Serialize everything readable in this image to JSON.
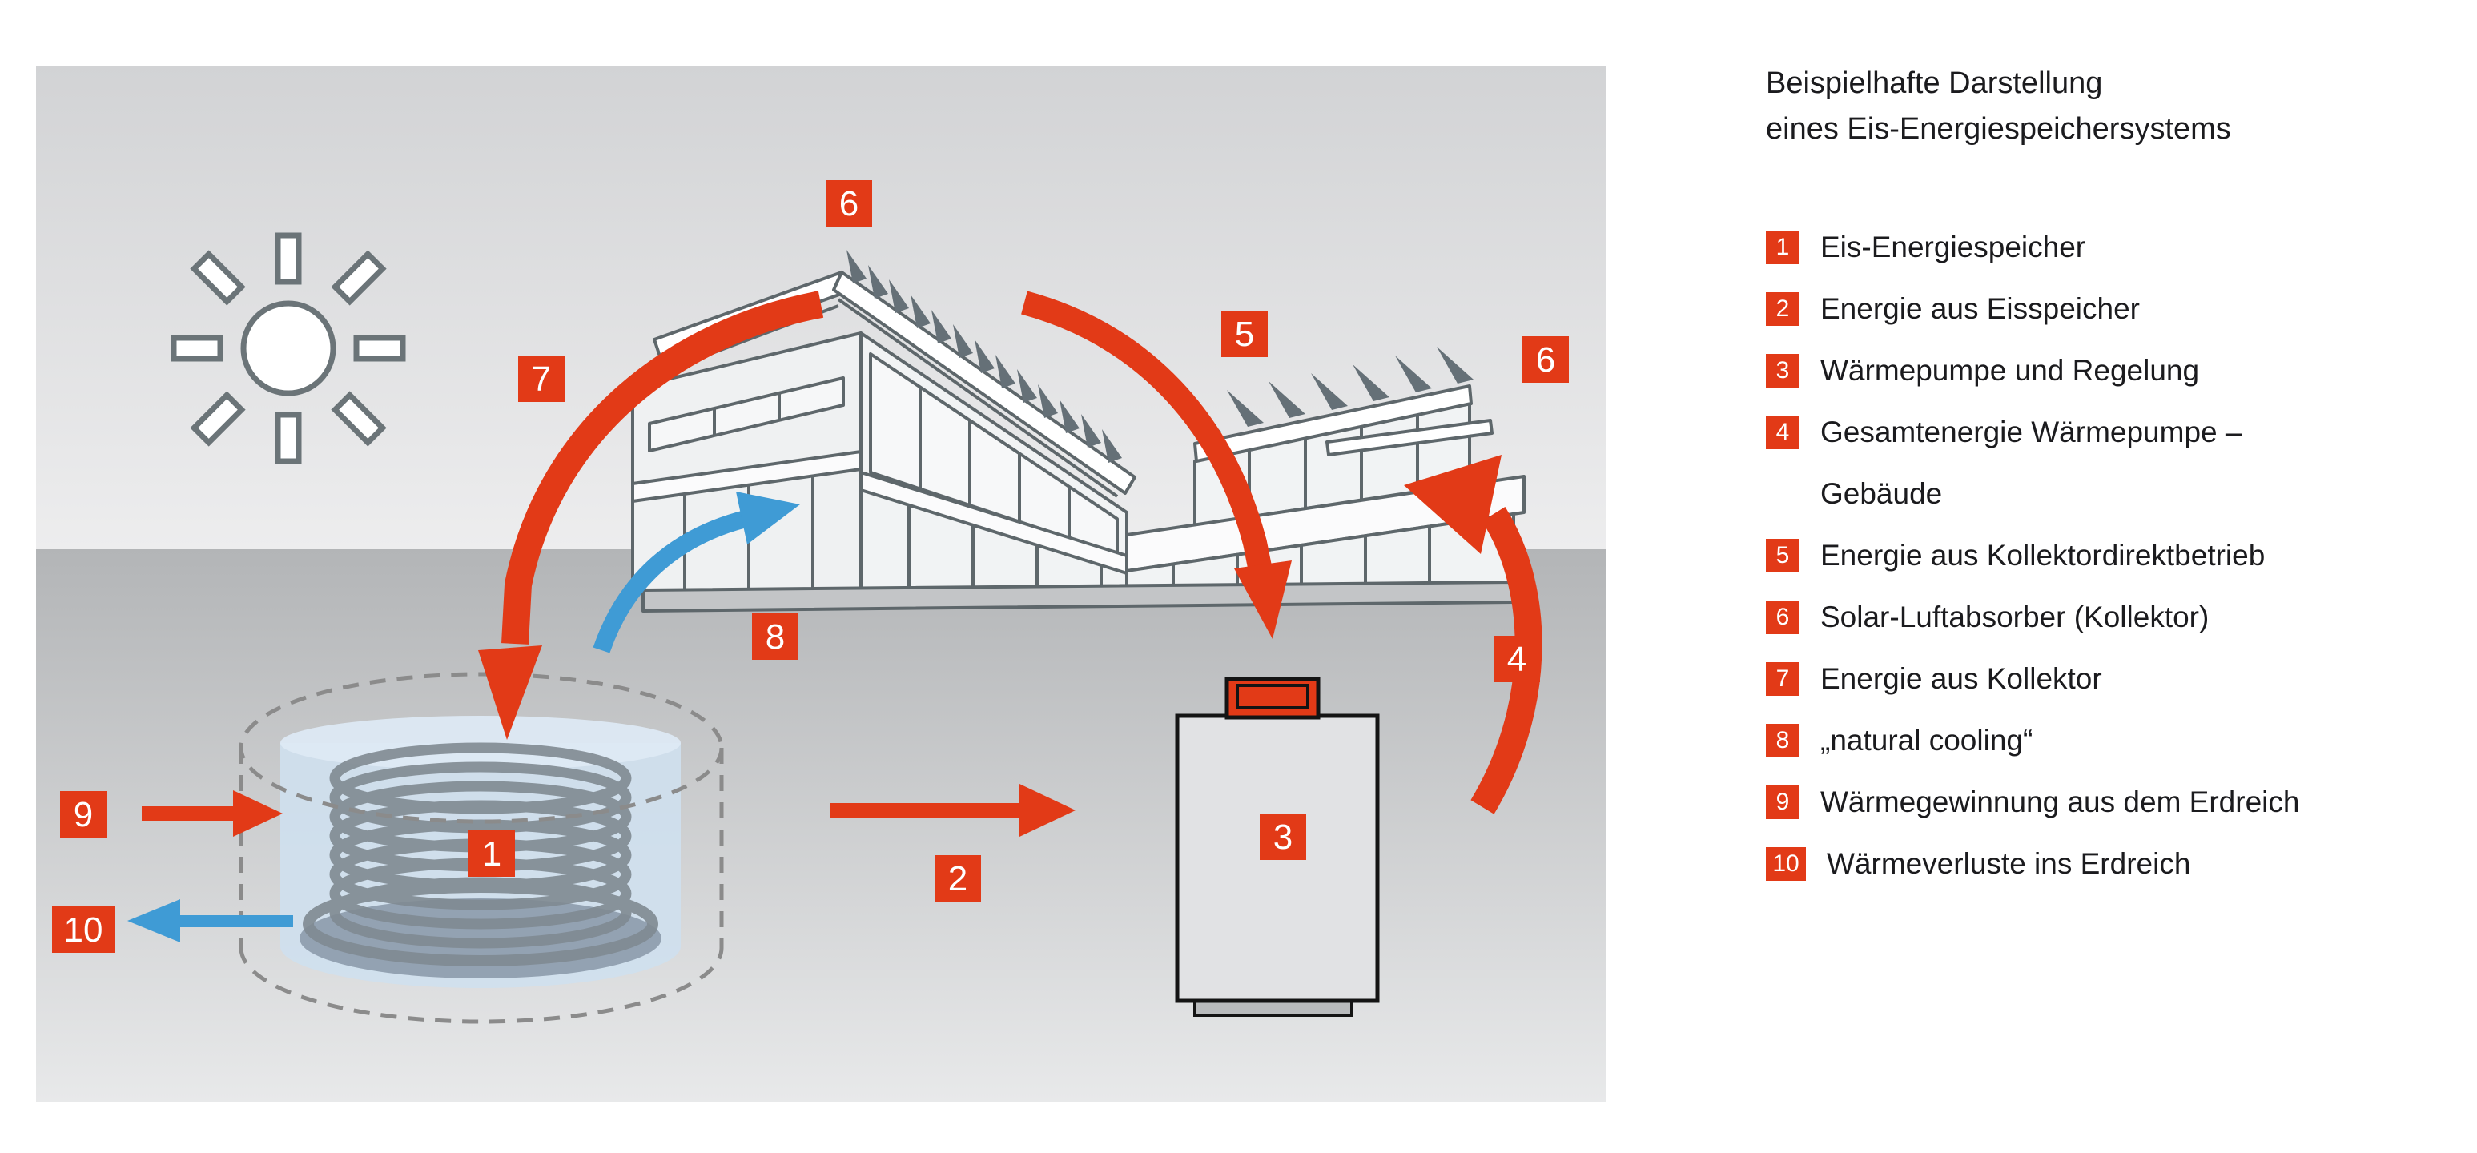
{
  "title": {
    "line1": "Beispielhafte Darstellung",
    "line2": "eines Eis-Energiespeichersystems"
  },
  "legend": {
    "items": [
      {
        "num": "1",
        "label": "Eis-Energiespeicher"
      },
      {
        "num": "2",
        "label": "Energie aus Eisspeicher"
      },
      {
        "num": "3",
        "label": "Wärmepumpe und Regelung"
      },
      {
        "num": "4",
        "label": "Gesamtenergie Wärmepumpe –",
        "label2": "Gebäude"
      },
      {
        "num": "5",
        "label": "Energie aus Kollektordirektbetrieb"
      },
      {
        "num": "6",
        "label": "Solar-Luftabsorber (Kollektor)"
      },
      {
        "num": "7",
        "label": "Energie aus Kollektor"
      },
      {
        "num": "8",
        "label": "„natural cooling“"
      },
      {
        "num": "9",
        "label": "Wärmegewinnung aus dem Erdreich"
      },
      {
        "num": "10",
        "label": "Wärmeverluste ins Erdreich"
      }
    ]
  },
  "diagram": {
    "badges": {
      "b1": "1",
      "b2": "2",
      "b3": "3",
      "b4": "4",
      "b5": "5",
      "b6": "6",
      "b7": "7",
      "b8": "8",
      "b9": "9",
      "b10": "10"
    }
  },
  "colors": {
    "accent_red": "#e23a17",
    "accent_blue": "#3f9bd5",
    "line_gray": "#5e676b",
    "tank_blue": "#cfdfee",
    "sky_top": "#d2d3d5",
    "ground_dark": "#b3b5b7"
  }
}
